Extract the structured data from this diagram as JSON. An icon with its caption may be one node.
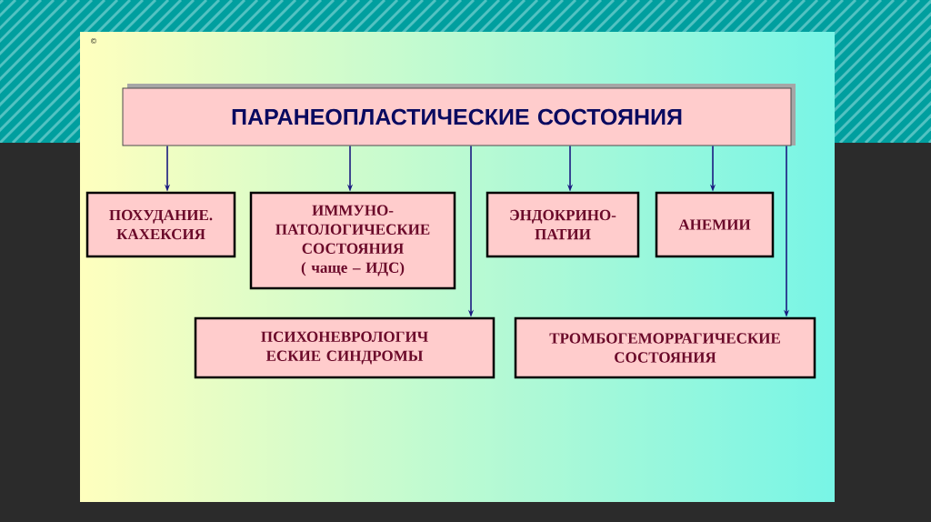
{
  "diagram": {
    "nodes": [
      {
        "text": [
          "ПАРАНЕОПЛАСТИЧЕСКИЕ  СОСТОЯНИЯ"
        ]
      },
      {
        "text": [
          "ПОХУДАНИЕ. КАХЕКСИЯ"
        ]
      },
      {
        "text": [
          "ИММУНО- ПАТОЛОГИЧЕСКИЕ СОСТОЯНИЯ",
          "( чаще – ИДС)"
        ]
      },
      {
        "text": [
          "ЭНДОКРИНО- ПАТИИ"
        ]
      },
      {
        "text": [
          "АНЕМИИ"
        ]
      },
      {
        "text": [
          "ПСИХОНЕВРОЛОГИЧ ЕСКИЕ СИНДРОМЫ"
        ]
      },
      {
        "text": [
          "ТРОМБОГЕМОРРАГИЧЕСКИЕ СОСТОЯНИЯ"
        ]
      }
    ],
    "edges": [
      {
        "from": 0,
        "to": 1,
        "arrow": "to"
      },
      {
        "from": 0,
        "to": 2,
        "arrow": "to"
      },
      {
        "from": 0,
        "to": 5,
        "arrow": "to"
      },
      {
        "from": 0,
        "to": 3,
        "arrow": "to"
      },
      {
        "from": 0,
        "to": 4,
        "arrow": "to"
      },
      {
        "from": 0,
        "to": 6,
        "arrow": "to"
      }
    ],
    "labels": [
      "©"
    ]
  }
}
